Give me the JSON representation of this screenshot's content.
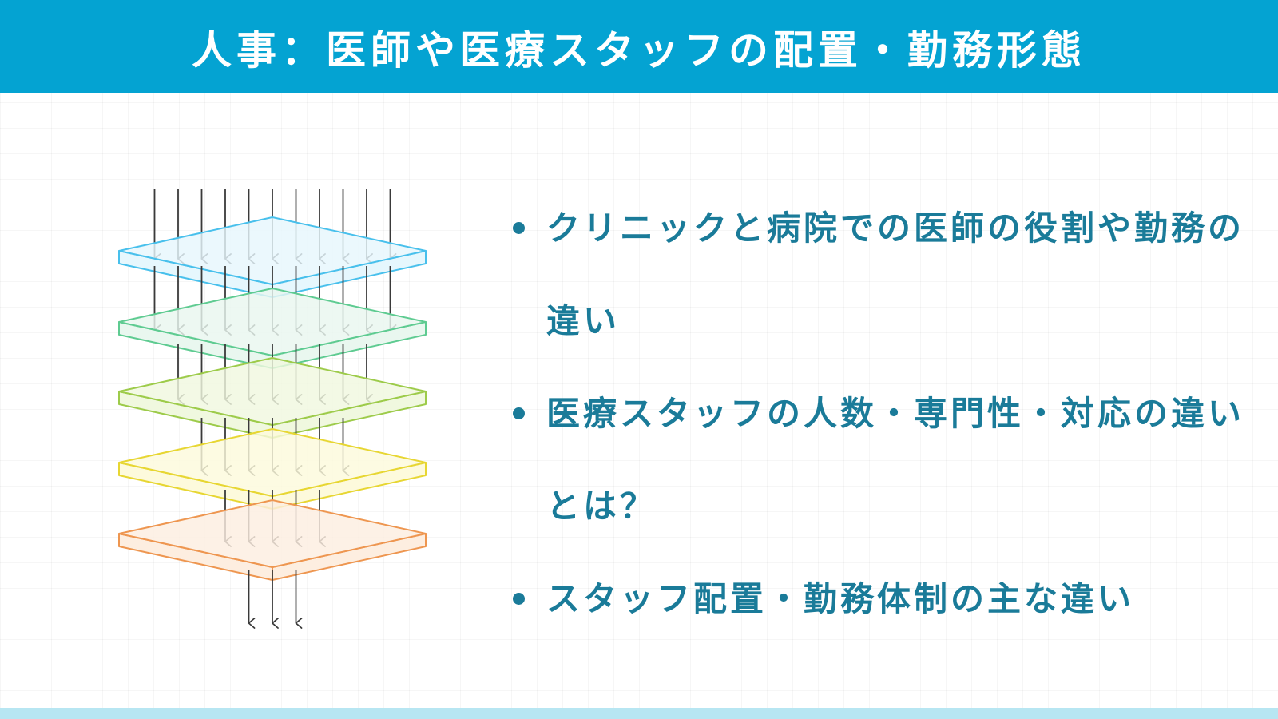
{
  "header": {
    "title": "人事：医師や医療スタッフの配置・勤務形態",
    "background_color": "#04a3d2"
  },
  "diagram": {
    "layers": [
      {
        "name": "layer-1",
        "fill": "#e6f7fd",
        "stroke": "#48c0ec"
      },
      {
        "name": "layer-2",
        "fill": "#e9f7ef",
        "stroke": "#5ecb91"
      },
      {
        "name": "layer-3",
        "fill": "#f0f8df",
        "stroke": "#9dcb4a"
      },
      {
        "name": "layer-4",
        "fill": "#fdfadc",
        "stroke": "#e7d632"
      },
      {
        "name": "layer-5",
        "fill": "#fdeee0",
        "stroke": "#ee9650"
      }
    ],
    "arrow_color": "#3a3a3a",
    "arrow_counts": [
      11,
      11,
      9,
      7,
      5,
      3
    ]
  },
  "bullets": [
    {
      "text": "クリニックと病院での医師の役割や勤務の違い"
    },
    {
      "text": "医療スタッフの人数・専門性・対応の違いとは？"
    },
    {
      "text": "スタッフ配置・勤務体制の主な違い"
    }
  ],
  "text_color": "#1a7b99"
}
